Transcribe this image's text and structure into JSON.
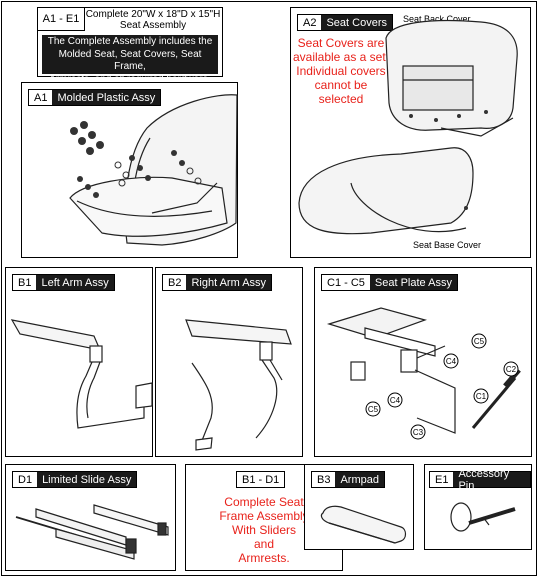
{
  "a1e1": {
    "code": "A1 - E1",
    "title_line1": "Complete 20\"W x 18\"D x 15\"H",
    "title_line2": "Seat Assembly",
    "desc_line1": "The Complete Assembly includes the",
    "desc_line2": "Molded Seat, Seat Covers, Seat Frame,",
    "desc_line3": "Armrests, and all required hardware."
  },
  "a1": {
    "code": "A1",
    "title": "Molded Plastic Assy"
  },
  "a2": {
    "code": "A2",
    "title": "Seat Covers",
    "note_line1": "Seat Covers are",
    "note_line2": "available as a set.",
    "note_line3": "Individual covers",
    "note_line4": "cannot be selected",
    "back_label": "Seat Back Cover",
    "base_label": "Seat Base Cover"
  },
  "b1": {
    "code": "B1",
    "title": "Left Arm Assy"
  },
  "b2": {
    "code": "B2",
    "title": "Right Arm Assy"
  },
  "c": {
    "code": "C1 - C5",
    "title": "Seat Plate Assy",
    "callouts": [
      "C5",
      "C4",
      "C2",
      "C1",
      "C4",
      "C5",
      "C3"
    ]
  },
  "d1": {
    "code": "D1",
    "title": "Limited Slide Assy"
  },
  "b1d1": {
    "code": "B1 - D1",
    "line1": "Complete Seat",
    "line2": "Frame Assembly",
    "line3": "With Sliders",
    "line4": "and",
    "line5": "Armrests."
  },
  "b3": {
    "code": "B3",
    "title": "Armpad"
  },
  "e1": {
    "code": "E1",
    "title": "Accessory Pin"
  }
}
